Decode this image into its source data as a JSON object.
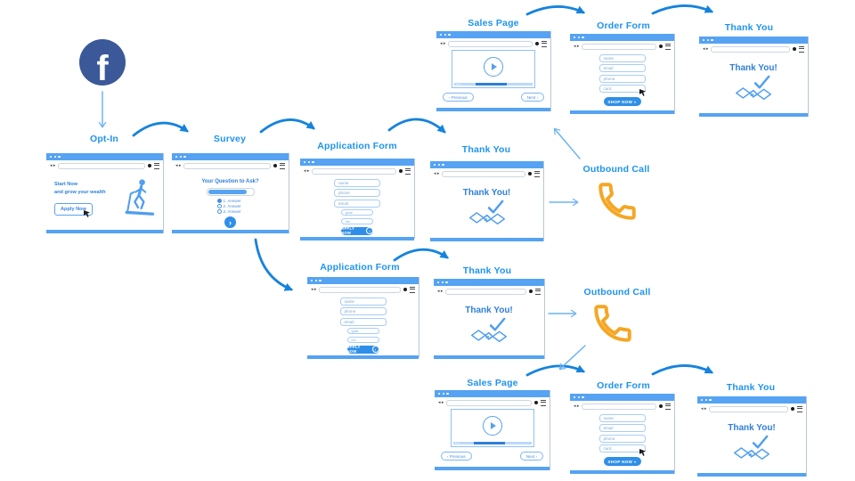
{
  "palette": {
    "label_blue": "#1E93EF",
    "window_chrome_blue": "#55A3F2",
    "content_blue": "#2F7FD9",
    "line_art_blue": "#4F9EF0",
    "arrow_strong": "#1583DE",
    "arrow_light": "#6DB3F5",
    "phone_orange": "#F5A623",
    "facebook_navy": "#3B5998"
  },
  "source": {
    "name": "Facebook",
    "letter": "f"
  },
  "windows": {
    "optin": {
      "label": "Opt-In",
      "headline_1": "Start Now",
      "headline_2": "and grow your wealth",
      "cta": "Apply Now"
    },
    "survey": {
      "label": "Survey",
      "question": "Your Question to Ask?",
      "progress_pct": 84,
      "options": [
        "1. Answer",
        "2. Answer",
        "3. Answer"
      ],
      "next_icon": "›"
    },
    "application_form": {
      "label": "Application Form",
      "fields": [
        "name",
        "phone",
        "email",
        "goal",
        "inc"
      ],
      "cta": "APPLY NOW",
      "cta_icon": "›"
    },
    "thank_you": {
      "label": "Thank You",
      "message": "Thank You!"
    },
    "sales_page": {
      "label": "Sales Page",
      "prev": "‹ Previous",
      "next": "Next ›"
    },
    "order_form": {
      "label": "Order Form",
      "fields": [
        "name",
        "email",
        "phone",
        "card"
      ],
      "cta": "SHOP NOW »"
    },
    "outbound_call": {
      "label": "Outbound Call"
    }
  },
  "flow_edges": [
    "Facebook → Opt-In",
    "Opt-In → Survey",
    "Survey → Application Form",
    "Application Form → Thank You",
    "Thank You → Outbound Call",
    "Outbound Call → Sales Page (top)",
    "Sales Page (top) → Order Form (top)",
    "Order Form (top) → Thank You (top)",
    "Survey → Application Form (alt)",
    "Application Form (alt) → Thank You (alt)",
    "Thank You (alt) → Outbound Call (alt)",
    "Outbound Call (alt) → Sales Page (bottom)",
    "Sales Page (bottom) → Order Form (bottom)",
    "Order Form (bottom) → Thank You (bottom)"
  ]
}
